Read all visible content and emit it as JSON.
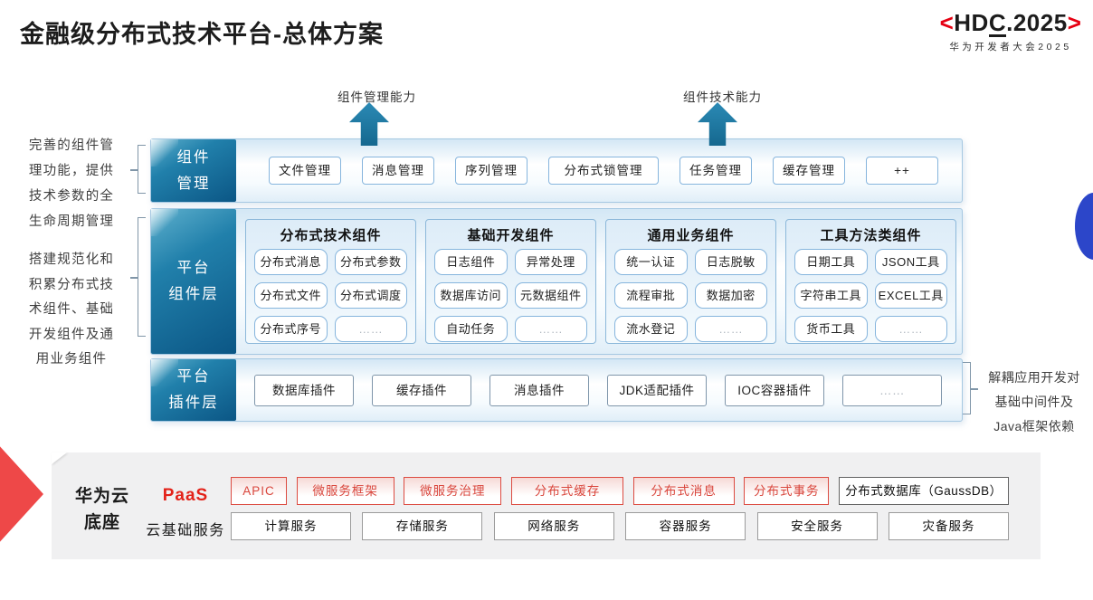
{
  "title": "金融级分布式技术平台-总体方案",
  "logo": {
    "bracket_left": "<",
    "text_hd": "HD",
    "text_c": "C",
    "text_rest": ".2025",
    "bracket_right": ">",
    "subtitle": "华为开发者大会2025",
    "accent_color": "#e60012"
  },
  "capability_arrows": {
    "left": "组件管理能力",
    "right": "组件技术能力",
    "arrow_color": "#1b77a3"
  },
  "side_notes": {
    "component_mgmt_note": "完善的组件管理功能，提供技术参数的全生命周期管理",
    "platform_note": "搭建规范化和积累分布式技术组件、基础开发组件及通用业务组件",
    "plugin_note": "解耦应用开发对\n基础中间件及\nJava框架依赖"
  },
  "layers": {
    "component_mgmt": {
      "label": "组件\n管理",
      "items": [
        "文件管理",
        "消息管理",
        "序列管理",
        "分布式锁管理",
        "任务管理",
        "缓存管理",
        "++"
      ]
    },
    "platform_components": {
      "label": "平台\n组件层",
      "groups": [
        {
          "title": "分布式技术组件",
          "items": [
            "分布式消息",
            "分布式参数",
            "分布式文件",
            "分布式调度",
            "分布式序号",
            "……"
          ]
        },
        {
          "title": "基础开发组件",
          "items": [
            "日志组件",
            "异常处理",
            "数据库访问",
            "元数据组件",
            "自动任务",
            "……"
          ]
        },
        {
          "title": "通用业务组件",
          "items": [
            "统一认证",
            "日志脱敏",
            "流程审批",
            "数据加密",
            "流水登记",
            "……"
          ]
        },
        {
          "title": "工具方法类组件",
          "items": [
            "日期工具",
            "JSON工具",
            "字符串工具",
            "EXCEL工具",
            "货币工具",
            "……"
          ]
        }
      ]
    },
    "platform_plugins": {
      "label": "平台\n插件层",
      "items": [
        "数据库插件",
        "缓存插件",
        "消息插件",
        "JDK适配插件",
        "IOC容器插件",
        "……"
      ]
    }
  },
  "foundation": {
    "label": "华为云\n底座",
    "paas": {
      "label": "PaaS",
      "items": [
        "APIC",
        "微服务框架",
        "微服务治理",
        "分布式缓存",
        "分布式消息",
        "分布式事务"
      ],
      "db_item": "分布式数据库（GaussDB）",
      "accent_color": "#d9463c"
    },
    "iaas": {
      "label": "云基础服务",
      "items": [
        "计算服务",
        "存储服务",
        "网络服务",
        "容器服务",
        "安全服务",
        "灾备服务"
      ]
    },
    "background_color": "#f0f0f1"
  },
  "decorations": {
    "red_arrow_color": "#ee4848",
    "blue_dot_color": "#2c46c9",
    "layer_label_color": "#0b5685"
  }
}
